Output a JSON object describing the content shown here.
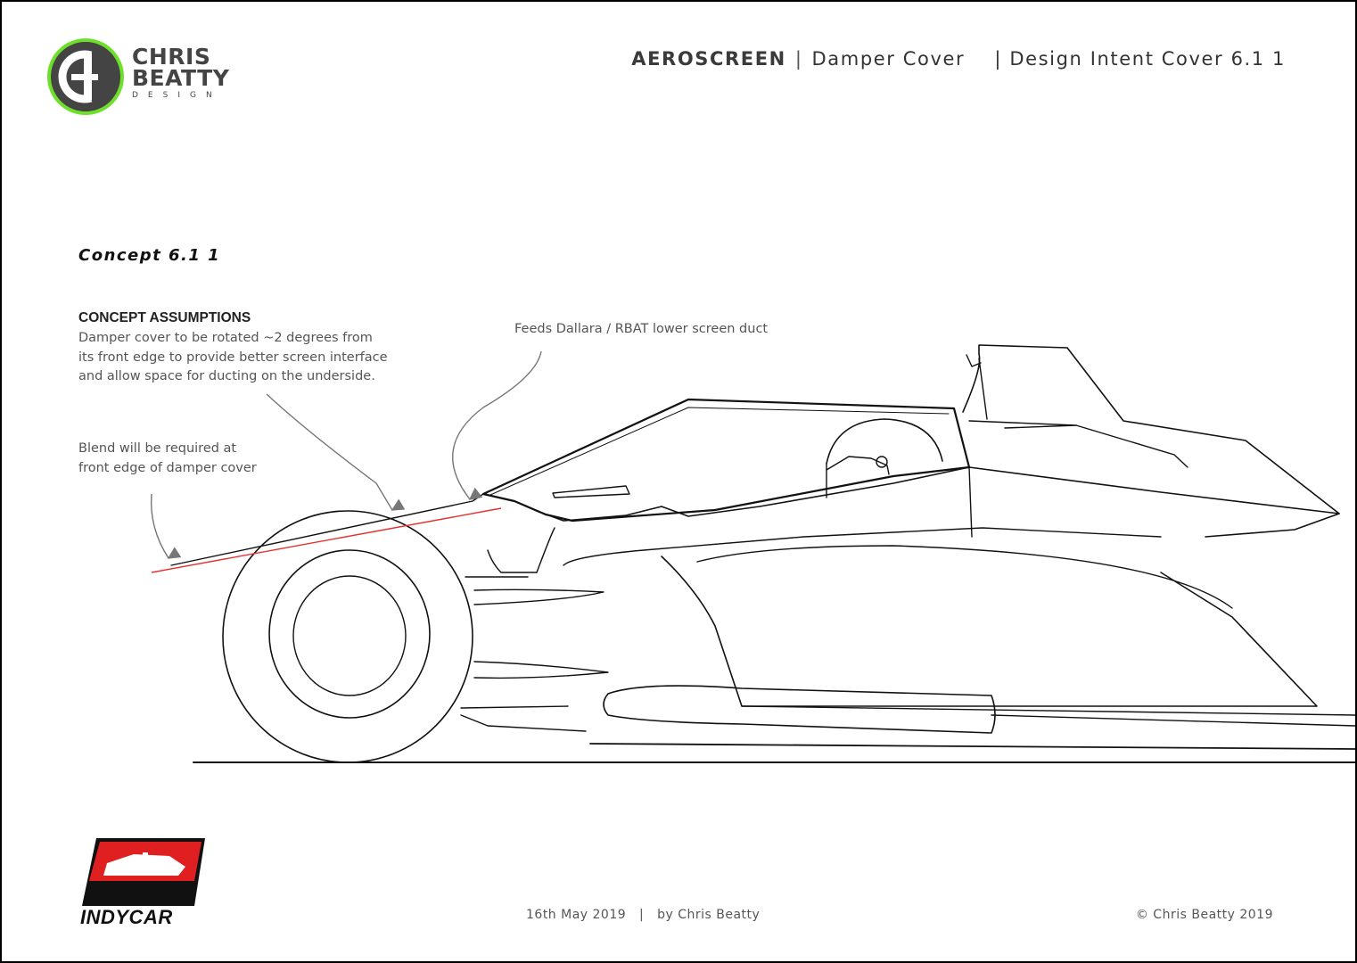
{
  "header": {
    "product": "AEROSCREEN",
    "separator": "|",
    "part": "Damper Cover",
    "doc": "| Design Intent Cover 6.1 1"
  },
  "brand": {
    "name_line1": "CHRIS",
    "name_line2": "BEATTY",
    "sub": "DESIGN",
    "accent_color": "#6ee02a"
  },
  "concept": {
    "title": "Concept 6.1 1",
    "assumptions_heading": "CONCEPT ASSUMPTIONS",
    "assumption_lines": [
      "Damper cover to be rotated ~2 degrees from",
      "its front edge to provide better screen interface",
      "and allow space for ducting on the underside."
    ]
  },
  "annotations": {
    "blend_lines": [
      "Blend will be required at",
      "front edge of damper cover"
    ],
    "feeds": "Feeds Dallara / RBAT lower screen duct"
  },
  "footer": {
    "date": "16th May 2019",
    "separator": "|",
    "author": "by Chris Beatty",
    "copyright": "© Chris Beatty 2019"
  },
  "indycar": {
    "name": "INDYCAR",
    "red": "#e02020"
  },
  "drawing": {
    "line_color": "#111111",
    "highlight_color": "#e53030",
    "arrow_color": "#777777"
  }
}
